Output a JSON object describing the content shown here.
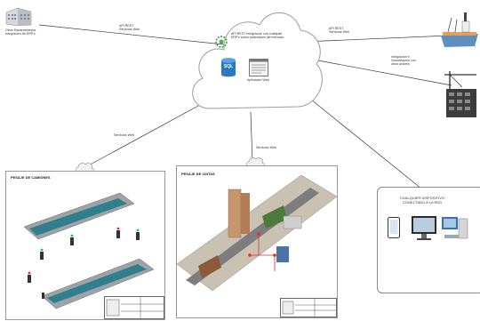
{
  "labels": {
    "office": "Otros Departamentos\nIntegración de ERP's",
    "api_left": "API REST\nServicios Web",
    "cloud_integration": "API REST  Integración con cualquier\nERP's sobre estándares del mercado",
    "sql": "SQL",
    "web_app": "Aplicación Web",
    "api_right": "API REST\nServicios Web",
    "ship_integration": "Integración e\nVisualización con\notros actores",
    "ws_left": "Servicios Web",
    "ws_mid": "Servicios Web",
    "trucks_title": "PESAJE DE CAMIONES",
    "belts_title": "PESAJE DE CINTAS",
    "device_text": "CUALQUIER DISPOSITIVO\nCONECTADO A LA RED"
  },
  "colors": {
    "line": "#3a3a3a",
    "cloud_stroke": "#9c9c9c",
    "sql_blue": "#2b79c2",
    "ship_hull": "#5f8fbf",
    "ship_deck": "#e0a25b"
  },
  "icons": {
    "network": "network-gear-icon",
    "database": "sql-database-icon",
    "web": "web-app-icon",
    "building": "office-building-icon",
    "ship": "cargo-ship-icon",
    "crane": "port-crane-icon",
    "tablet": "tablet-icon",
    "monitor": "monitor-icon",
    "pc": "desktop-pc-icon"
  }
}
